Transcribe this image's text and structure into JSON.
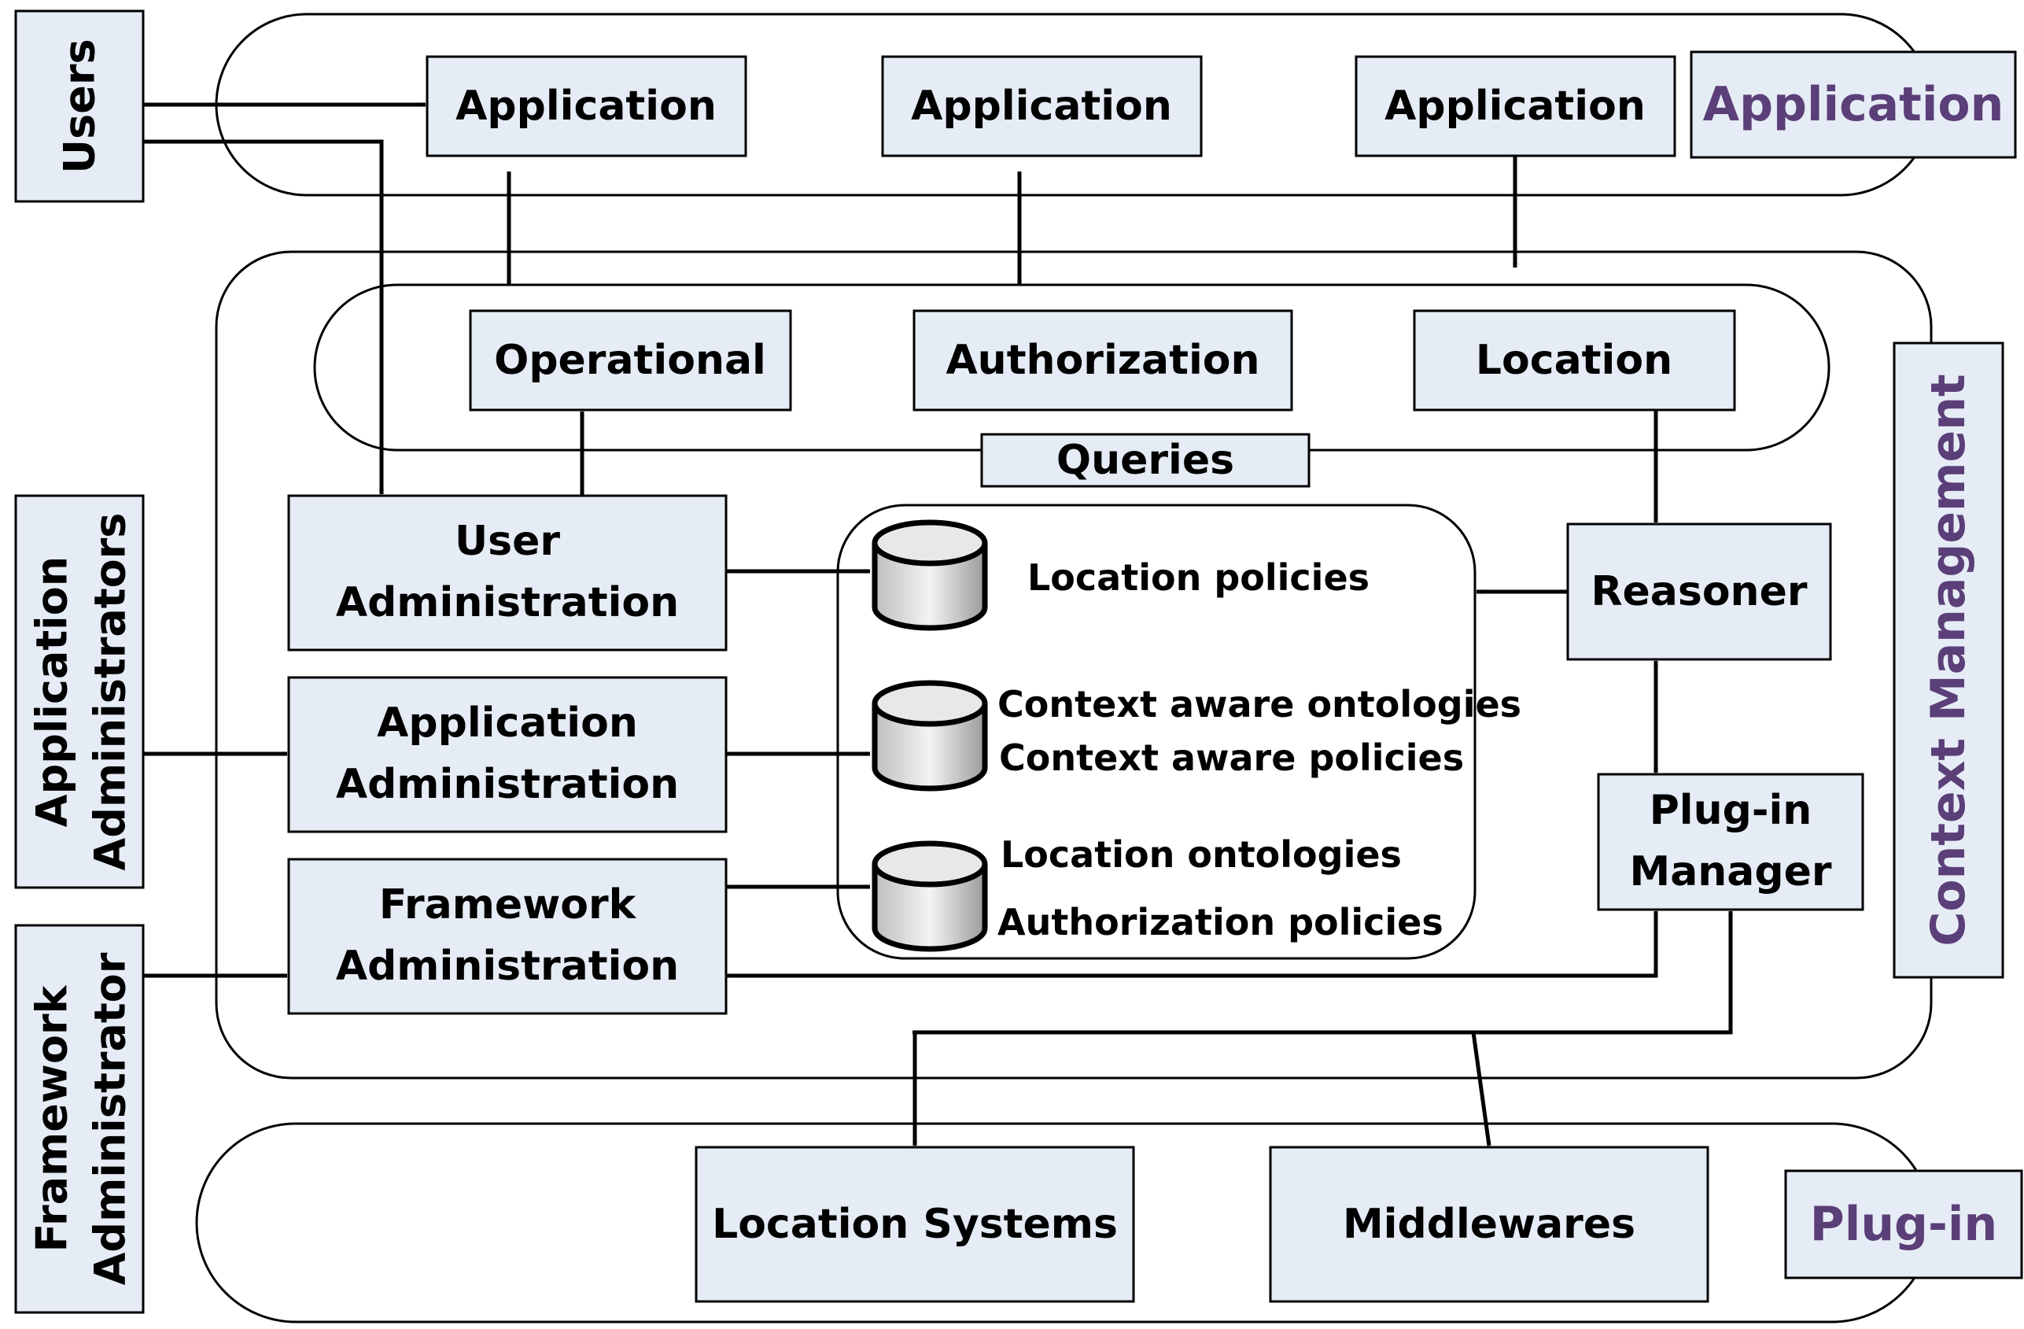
{
  "colors": {
    "box_fill": "#e6ecf5",
    "layer_label": "#5b3f78",
    "line": "#000000"
  },
  "actors": {
    "users": "Users",
    "application_administrators": [
      "Application",
      "Administrators"
    ],
    "framework_administrator": [
      "Framework",
      "Administrator"
    ]
  },
  "layers": {
    "application": "Application",
    "context_management": "Context Management",
    "plugin": "Plug-in"
  },
  "applications": [
    "Application",
    "Application",
    "Application"
  ],
  "queries": {
    "label": "Queries",
    "items": [
      "Operational",
      "Authorization",
      "Location"
    ]
  },
  "administration": {
    "user": [
      "User",
      "Administration"
    ],
    "application": [
      "Application",
      "Administration"
    ],
    "framework": [
      "Framework",
      "Administration"
    ]
  },
  "repositories": {
    "location_policies": "Location policies",
    "context_aware_ontologies": "Context aware ontologies",
    "context_aware_policies": "Context aware policies",
    "location_ontologies": "Location ontologies",
    "authorization_policies": "Authorization policies"
  },
  "reasoner": "Reasoner",
  "plugin_manager": [
    "Plug-in",
    "Manager"
  ],
  "plugins": {
    "location_systems": "Location Systems",
    "middlewares": "Middlewares"
  }
}
